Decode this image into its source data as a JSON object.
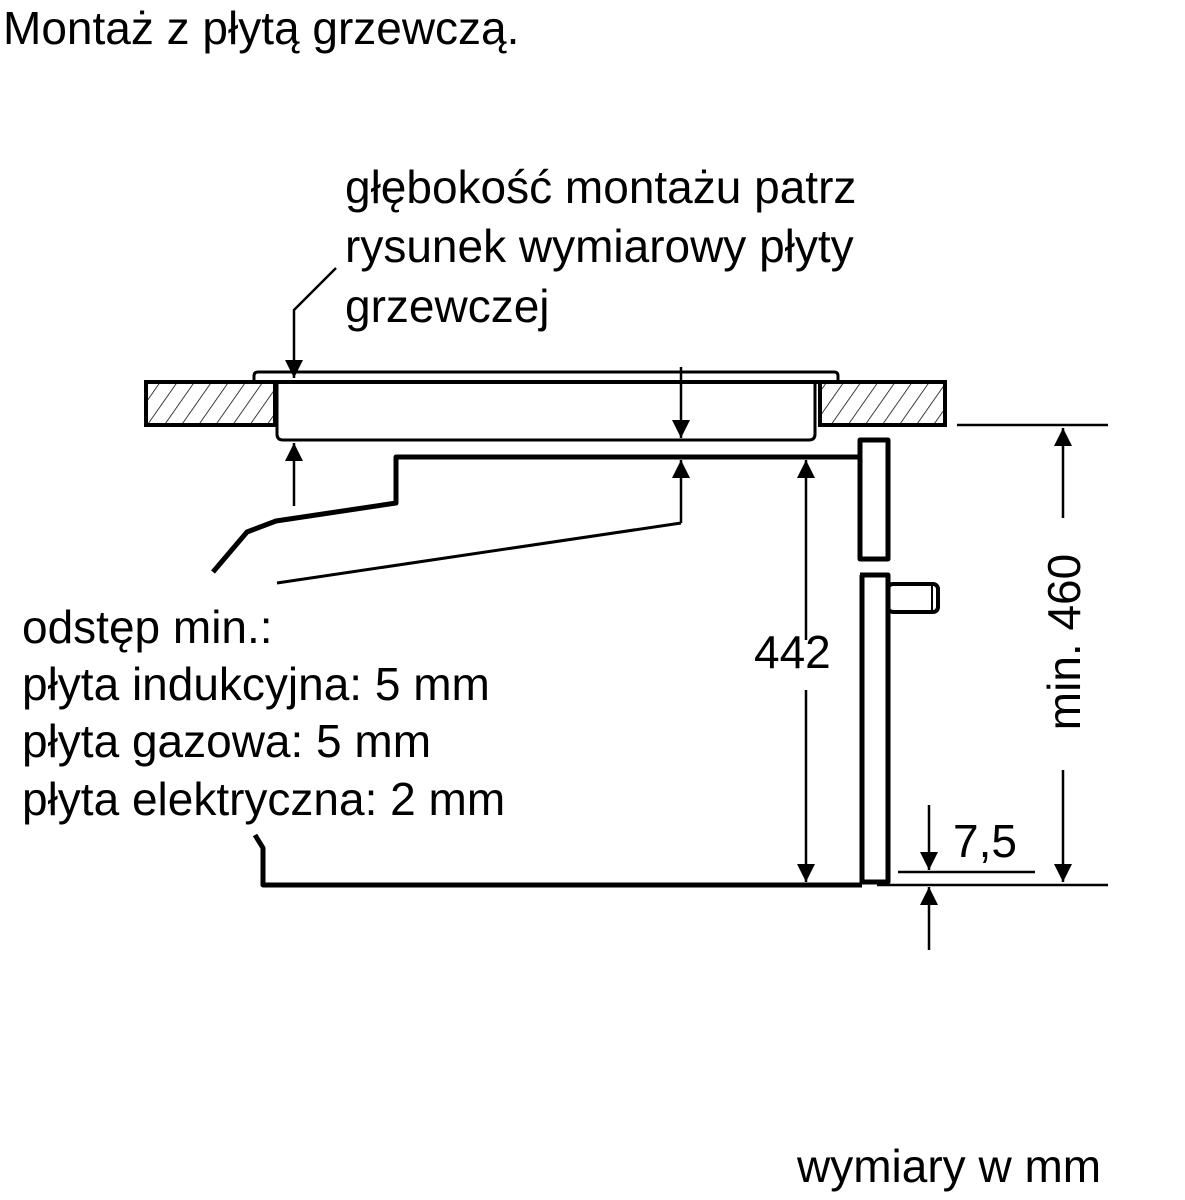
{
  "title": "Montaż z płytą grzewczą.",
  "depth_note": [
    "głębokość montażu patrz",
    "rysunek wymiarowy płyty",
    "grzewczej"
  ],
  "clearance_note": [
    "odstęp min.:",
    "płyta indukcyjna: 5 mm",
    "płyta gazowa: 5 mm",
    "płyta elektryczna: 2 mm"
  ],
  "dimensions": {
    "oven_height": "442",
    "niche_height": "min. 460",
    "offset": "7,5"
  },
  "units_note": "wymiary w mm"
}
